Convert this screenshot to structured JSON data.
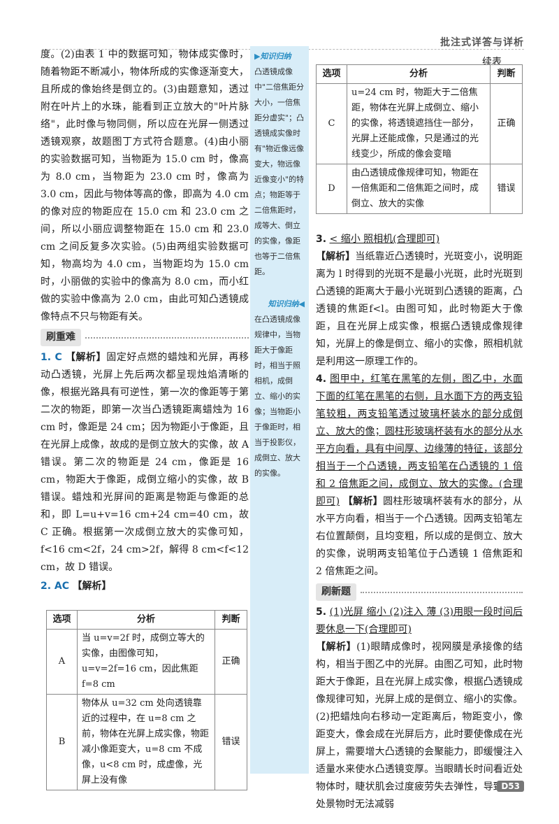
{
  "header": {
    "title": "批注式详答与详析",
    "page": "D53"
  },
  "left": {
    "para1": "度。(2)由表 1 中的数据可知，物体成实像时，随着物距不断减小，物体所成的实像逐渐变大，且所成的像始终是倒立的。(3)由题意知，透过附在叶片上的水珠，能看到正立放大的\"叶片脉络\"，此时像与物同侧，所以应在光屏一侧透过透镜观察，故题图丁方式符合题意。(4)由小丽的实验数据可知，当物距为 15.0 cm 时，像高为 8.0 cm，当物距为 23.0 cm 时，像高为 3.0 cm，因此与物体等高的像，即高为 4.0 cm 的像对应的物距应在 15.0 cm 和 23.0 cm 之间，所以小丽应调整物距在 15.0 cm 和 23.0 cm 之间反复多次实验。(5)由两组实验数据可知，物高均为 4.0 cm，当物距均为 15.0 cm 时，小丽做的实验中的像高为 8.0 cm，而小红做的实验中像高为 2.0 cm，由此可知凸透镜成像特点不只与物距有关。",
    "section": "刷重难",
    "q1_num": "1. C",
    "q1_label": "【解析】",
    "q1_text": "固定好点燃的蜡烛和光屏，再移动凸透镜，光屏上先后两次都呈现烛焰清晰的像，根据光路具有可逆性，第一次的像距等于第二次的物距，即第一次当凸透镜距离蜡烛为 16 cm 时，像距是 24 cm；因为物距小于像距，且在光屏上成像，故成的是倒立放大的实像，故 A 错误。第二次的物距是 24 cm，像距是 16 cm，物距大于像距，成倒立缩小的实像，故 B 错误。蜡烛和光屏间的距离是物距与像距的总和，即 L=u+v=16 cm+24 cm=40 cm，故 C 正确。根据第一次成倒立放大的实像可知，f<16 cm<2f，24 cm>2f，解得 8 cm<f<12 cm，故 D 错误。",
    "q2_num": "2. AC",
    "q2_label": "【解析】"
  },
  "table_left": {
    "headers": [
      "选项",
      "分析",
      "判断"
    ],
    "rows": [
      {
        "opt": "A",
        "analysis": "当 u=v=2f 时，成倒立等大的实像，由图像可知，u=v=2f=16 cm，因此焦距 f=8 cm",
        "judge": "正确"
      },
      {
        "opt": "B",
        "analysis": "物体从 u=32 cm 处向透镜靠近的过程中，在 u=8 cm 之前，物体在光屏上成实像，物距减小像距变大，u=8 cm 不成像，u<8 cm 时，成虚像，光屏上没有像",
        "judge": "错误"
      }
    ]
  },
  "side": {
    "tag1": "▶知识归纳",
    "note1": "凸透镜成像中\"二倍焦距分大小，一倍焦距分虚实\"；凸透镜成实像时有\"物近像远像变大，物远像近像变小\"的特点；物距等于二倍焦距时，成等大、倒立的实像，像距也等于二倍焦距。",
    "tag2": "知识归纳◀",
    "note2": "在凸透镜成像规律中，当物距大于像距时，相当于照相机，成倒立、缩小的实像；当物距小于像距时，相当于投影仪，成倒立、放大的实像。"
  },
  "right": {
    "cont": "续表",
    "q3_num": "3.",
    "q3_ans": "<   缩小   照相机(合理即可)",
    "q3_label": "【解析】",
    "q3_text": "当纸靠近凸透镜时，光斑变小，说明距离为 l 时得到的光斑不是最小光斑，此时光斑到凸透镜的距离大于最小光斑到凸透镜的距离，凸透镜的焦距f<l。由图可知，此时物距大于像距，且在光屏上成实像，根据凸透镜成像规律知，光屏上的像是倒立、缩小的实像，照相机就是利用这一原理工作的。",
    "q4_num": "4.",
    "q4_ans": "图甲中，红笔在黑笔的左侧，图乙中，水面下面的红笔在黑笔的右侧，且水面下方的两支铅笔较粗，两支铅笔透过玻璃杯装水的部分成倒立、放大的像；圆柱形玻璃杯装有水的部分从水平方向看，具有中间厚、边缘薄的特征，该部分相当于一个凸透镜，两支铅笔在凸透镜的 1 倍和 2 倍焦距之间，成倒立、放大的实像。(合理即可)",
    "q4_label": "【解析】",
    "q4_text": "圆柱形玻璃杯装有水的部分，从水平方向看，相当于一个凸透镜。因两支铅笔左右位置颠倒，且均变粗，所以成的是倒立、放大的实像，说明两支铅笔位于凸透镜 1 倍焦距和 2 倍焦距之间。",
    "section": "刷新题",
    "q5_num": "5.",
    "q5_ans": "(1)光屏   缩小   (2)注入   薄   (3)用眼一段时间后要休息一下(合理即可)",
    "q5_label": "【解析】",
    "q5_text": "(1)眼睛成像时，视网膜是承接像的结构，相当于图乙中的光屏。由图乙可知，此时物距大于像距，且在光屏上成实像，根据凸透镜成像规律可知，光屏上成的是倒立、缩小的实像。(2)把蜡烛向右移动一定距离后，物距变小，像距变大，像会成在光屏后方，此时要使像成在光屏上，需要增大凸透镜的会聚能力，即缓慢注入适量水来使水凸透镜变厚。当眼睛长时间看近处物体时，睫状肌会过度疲劳失去弹性，导致看远处景物时无法减弱"
  },
  "table_right": {
    "headers": [
      "选项",
      "分析",
      "判断"
    ],
    "rows": [
      {
        "opt": "C",
        "analysis": "u=24 cm 时，物距大于二倍焦距，物体在光屏上成倒立、缩小的实像，将透镜遮挡住一部分，光屏上还能成像，只是通过的光线变少，所成的像会变暗",
        "judge": "正确"
      },
      {
        "opt": "D",
        "analysis": "由凸透镜成像规律可知，物距在一倍焦距和二倍焦距之间时，成倒立、放大的实像",
        "judge": "错误"
      }
    ]
  }
}
